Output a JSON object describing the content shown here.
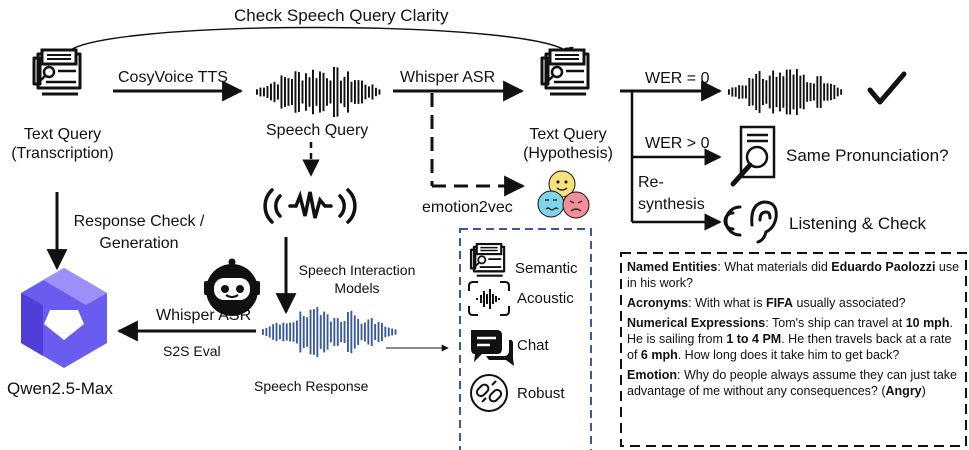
{
  "top_arc_label": "Check Speech Query Clarity",
  "nodes": {
    "text_query_transcription": [
      "Text Query",
      "(Transcription)"
    ],
    "speech_query": "Speech Query",
    "text_query_hypothesis": [
      "Text Query",
      "(Hypothesis)"
    ],
    "qwen": "Qwen2.5-Max",
    "speech_response": "Speech Response"
  },
  "edges": {
    "cosyvoice": "CosyVoice TTS",
    "whisper_top": "Whisper ASR",
    "emotion2vec": "emotion2vec",
    "response_check": [
      "Response Check /",
      "Generation"
    ],
    "speech_interaction": [
      "Speech Interaction",
      "Models"
    ],
    "whisper_bottom": "Whisper ASR",
    "s2s_eval": "S2S Eval"
  },
  "branches": {
    "wer_zero": "WER = 0",
    "wer_pos": "WER > 0",
    "same_pron": "Same Pronunciation?",
    "resynthesis": [
      "Re-",
      "synthesis"
    ],
    "listening": "Listening & Check"
  },
  "categories": [
    "Semantic",
    "Acoustic",
    "Chat",
    "Robust"
  ],
  "examples": [
    {
      "type": "Named Entities",
      "parts": [
        {
          "t": ": What materials did ",
          "b": false
        },
        {
          "t": "Eduardo Paolozzi",
          "b": true
        },
        {
          "t": " use in his work?",
          "b": false
        }
      ]
    },
    {
      "type": "Acronyms",
      "parts": [
        {
          "t": ": With what is ",
          "b": false
        },
        {
          "t": "FIFA",
          "b": true
        },
        {
          "t": " usually associated?",
          "b": false
        }
      ]
    },
    {
      "type": "Numerical Expressions",
      "parts": [
        {
          "t": ": Tom's ship can travel at ",
          "b": false
        },
        {
          "t": "10 mph",
          "b": true
        },
        {
          "t": ". He is sailing from ",
          "b": false
        },
        {
          "t": "1 to 4 PM",
          "b": true
        },
        {
          "t": ".  He then travels back at a rate of ",
          "b": false
        },
        {
          "t": "6 mph",
          "b": true
        },
        {
          "t": ".  How long does it take him to get back?",
          "b": false
        }
      ]
    },
    {
      "type": "Emotion",
      "parts": [
        {
          "t": ": Why do people always assume they can just take advantage of me without any consequences? (",
          "b": false
        },
        {
          "t": "Angry",
          "b": true
        },
        {
          "t": ")",
          "b": false
        }
      ]
    }
  ],
  "colors": {
    "accent_blue": "#3a5aa0",
    "arrow": "#111111",
    "emoji_yellow": "#f7e17a",
    "emoji_blue": "#7fd3ea",
    "emoji_red": "#f08f9a"
  },
  "icons": [
    "document-icon",
    "waveform-icon",
    "signal-icon",
    "robot-icon",
    "smiley-icons",
    "magnifier-document-icon",
    "ear-icon",
    "check-icon",
    "qwen-logo",
    "chat-icon",
    "robust-icon"
  ]
}
